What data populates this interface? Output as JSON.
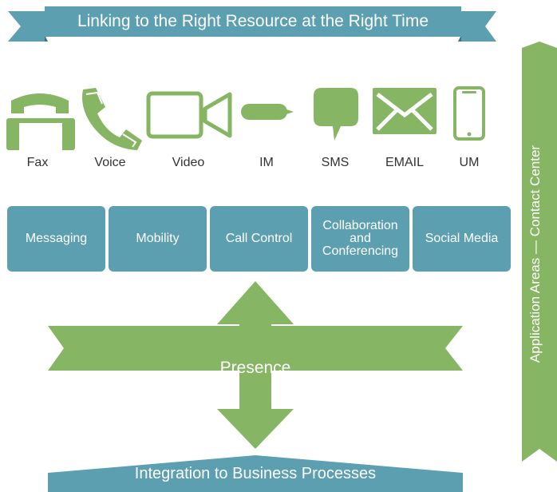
{
  "title": "Linking to the Right Resource at the Right Time",
  "icons": [
    {
      "label": "Fax",
      "icon": "fax-icon"
    },
    {
      "label": "Voice",
      "icon": "phone-handset-icon"
    },
    {
      "label": "Video",
      "icon": "video-camera-icon"
    },
    {
      "label": "IM",
      "icon": "chat-bar-icon"
    },
    {
      "label": "SMS",
      "icon": "speech-bubble-icon"
    },
    {
      "label": "EMAIL",
      "icon": "envelope-icon"
    },
    {
      "label": "UM",
      "icon": "smartphone-icon"
    }
  ],
  "boxes": [
    {
      "line1": "Messaging",
      "line2": "",
      "line3": ""
    },
    {
      "line1": "Mobility",
      "line2": "",
      "line3": ""
    },
    {
      "line1": "Call Control",
      "line2": "",
      "line3": ""
    },
    {
      "line1": "Collaboration",
      "line2": "and",
      "line3": "Conferencing"
    },
    {
      "line1": "Social Media",
      "line2": "",
      "line3": ""
    }
  ],
  "presence": "Presence",
  "integration": "Integration to Business Processes",
  "side_label": "Application Areas — Contact Center",
  "colors": {
    "green": "#86b664",
    "teal": "#5b9fb0",
    "text": "#333333"
  }
}
